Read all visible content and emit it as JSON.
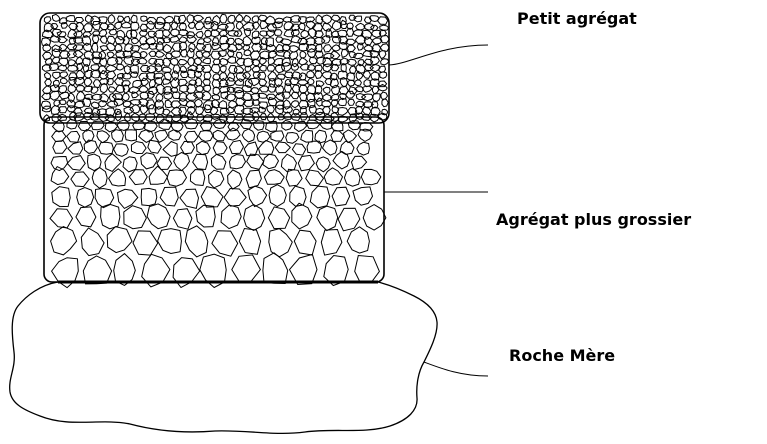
{
  "labels": {
    "top_layer": "Petit agrégat",
    "middle_layer": "Agrégat plus grossier",
    "bottom_layer": "Roche Mère"
  },
  "colors": {
    "line": "#000000",
    "background": "#ffffff"
  }
}
